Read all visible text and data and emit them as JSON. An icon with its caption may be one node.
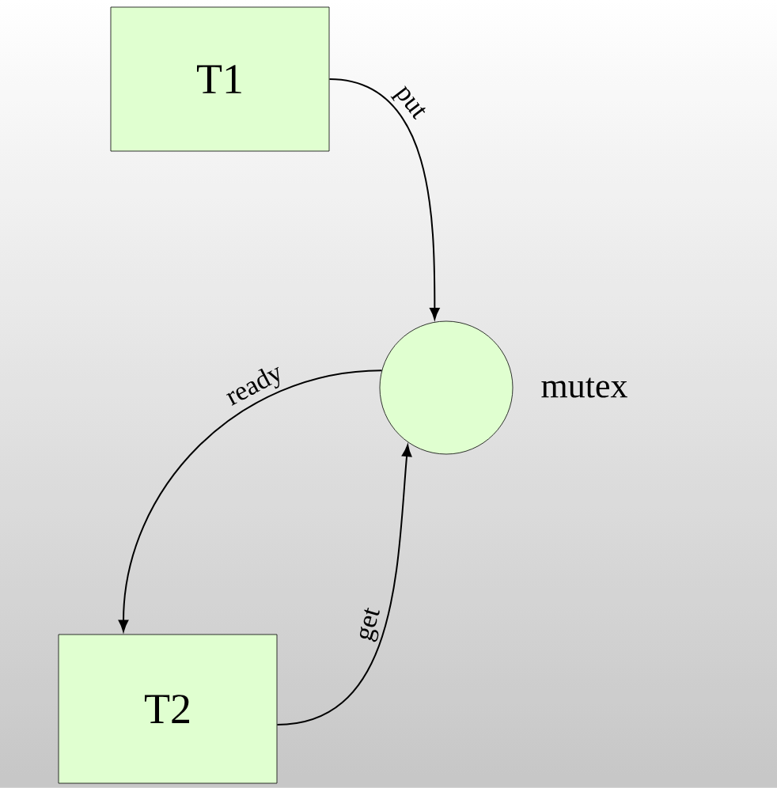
{
  "diagram": {
    "nodes": [
      {
        "text": [
          "T1"
        ]
      },
      {
        "text": [
          "T2"
        ]
      },
      {
        "text": [],
        "shape": "circle",
        "beside": [
          "mutex"
        ]
      }
    ],
    "edges": [
      {
        "from": 0,
        "to": 2,
        "arrow": "to",
        "label": "put"
      },
      {
        "from": 2,
        "to": 1,
        "arrow": "to",
        "label": "ready"
      },
      {
        "from": 1,
        "to": 2,
        "arrow": "to",
        "label": "get"
      }
    ]
  }
}
